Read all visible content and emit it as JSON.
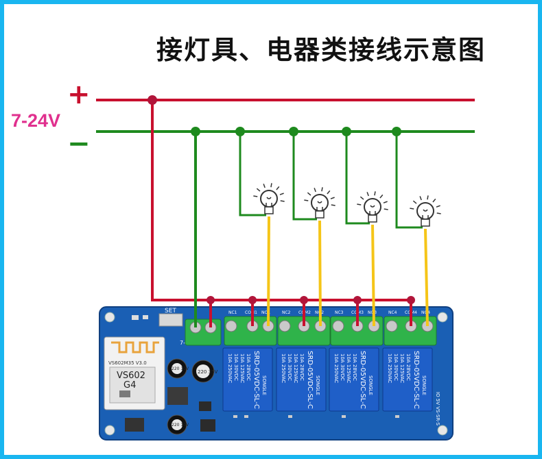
{
  "title": "接灯具、电器类接线示意图",
  "voltage_label": "7-24V",
  "plus_symbol": "+",
  "minus_symbol": "−",
  "colors": {
    "frame": "#19b6f0",
    "positive_wire": "#c8102e",
    "negative_wire": "#1e8a1e",
    "load_wire": "#f5c518",
    "pcb": "#1a5fb4",
    "relay": "#1f5fc8",
    "terminal": "#2fb34a"
  },
  "lamp_count": 4,
  "board": {
    "module_text": [
      "VS602M35 V3.0",
      "VS602",
      "G4"
    ],
    "set_label": "SET",
    "power_label": "7-24V",
    "channel_labels": [
      "NC1",
      "COM1",
      "NO1",
      "NC2",
      "COM2",
      "NO2",
      "NC3",
      "COM3",
      "NO3",
      "NC4",
      "COM4",
      "NO4"
    ],
    "relay_text": [
      "10A 250VAC",
      "10A 30VDC",
      "10A 125VAC",
      "10A 28VDC",
      "SRD-05VDC-SL-C",
      "SONGLE"
    ],
    "cap_texts": [
      "220 35V",
      "220 10V",
      "220 10V"
    ],
    "edge_label": "IO 5V\nVS-SR-S"
  }
}
